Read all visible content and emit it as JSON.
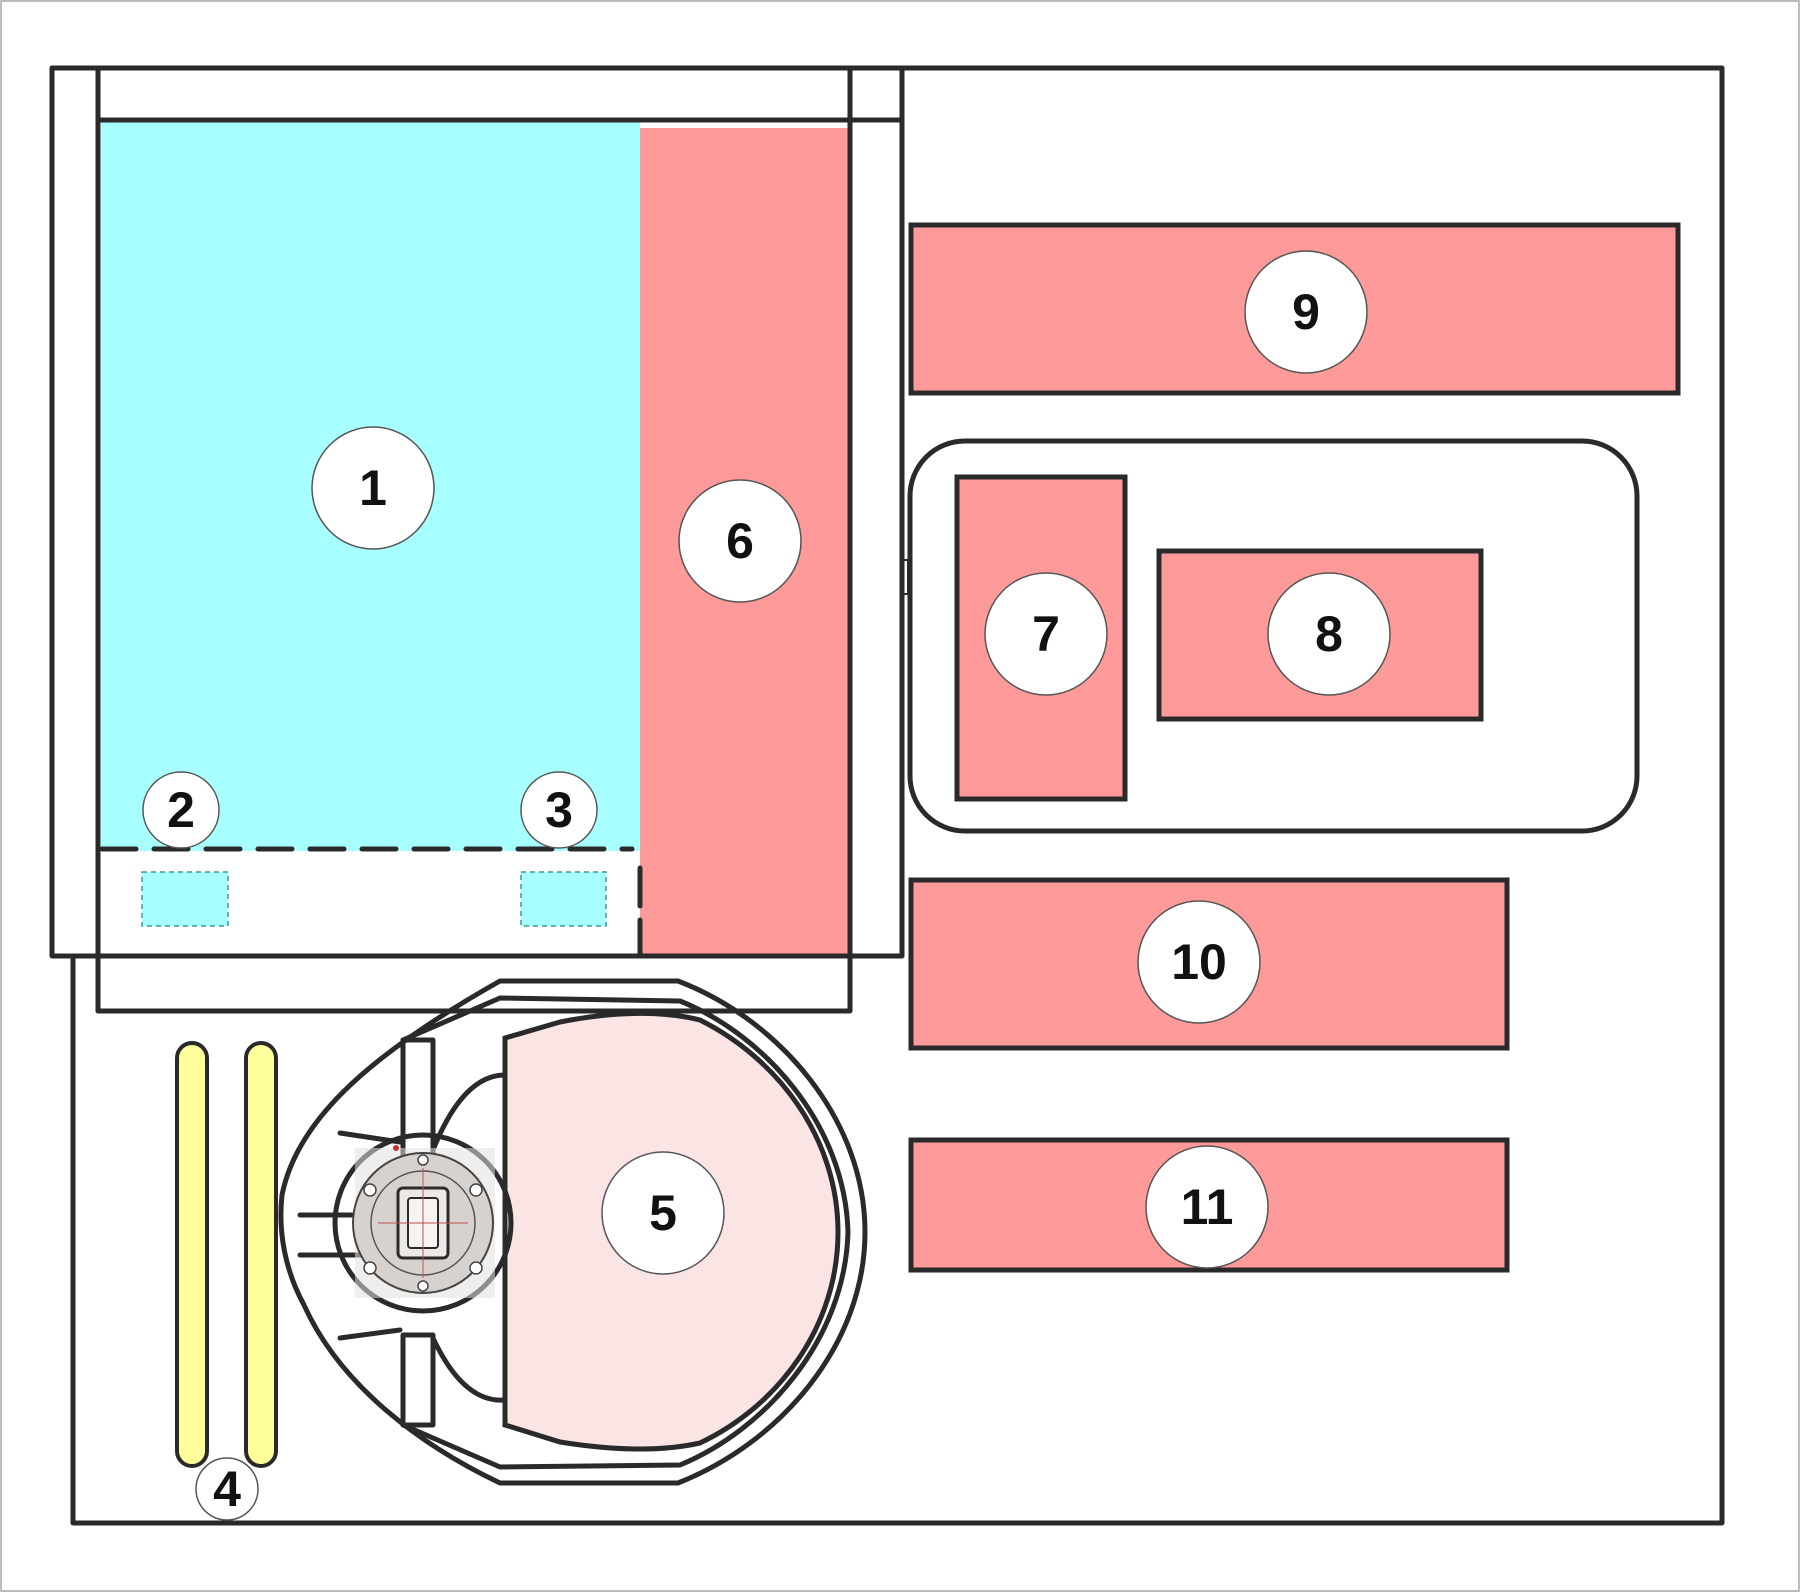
{
  "labels": {
    "zone_1": "1",
    "zone_2": "2",
    "zone_3": "3",
    "zone_4": "4",
    "zone_5": "5",
    "zone_6": "6",
    "zone_7": "7",
    "zone_8": "8",
    "zone_9": "9",
    "zone_10": "10",
    "zone_11": "11"
  },
  "colors": {
    "cyan": "#a8ffff",
    "salmon": "#fe9a9a",
    "pink": "#fbe4e4",
    "yellow": "#fefe9a",
    "outline": "#2a2a2a",
    "badge": "#ffffff"
  }
}
